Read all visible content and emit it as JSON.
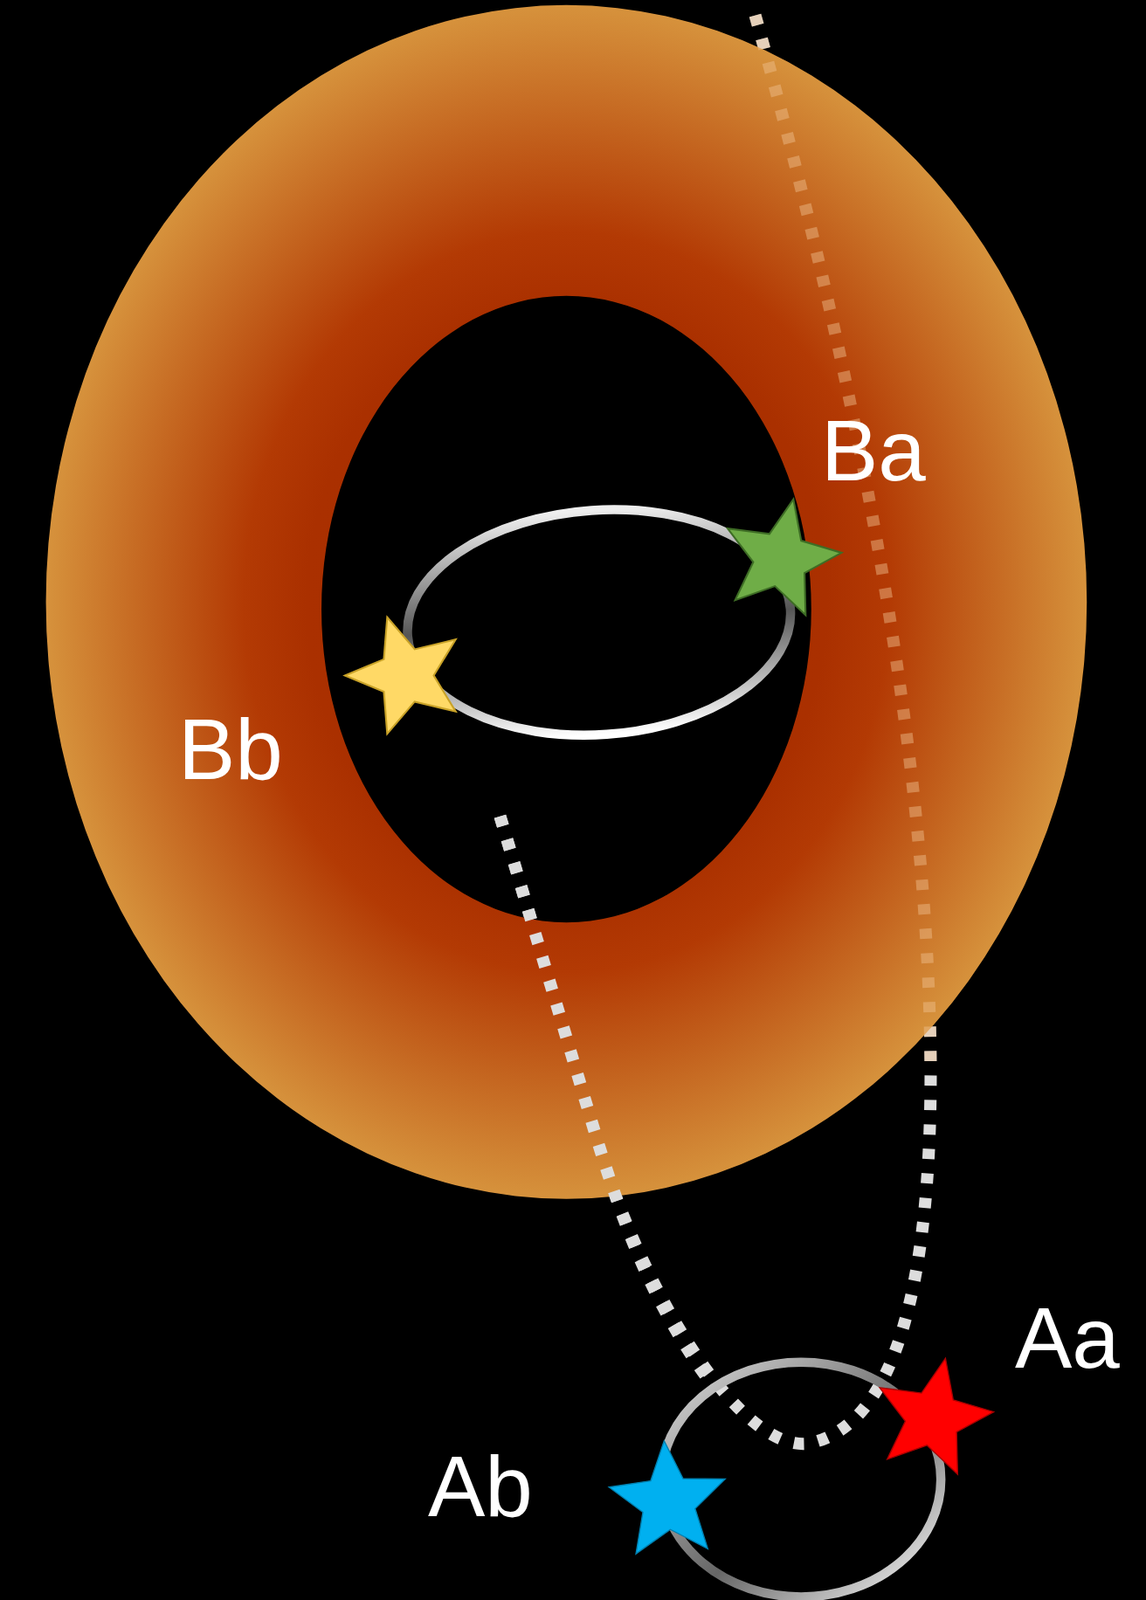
{
  "diagram": {
    "labels": [
      "Ba",
      "Bb",
      "Aa",
      "Ab"
    ]
  }
}
